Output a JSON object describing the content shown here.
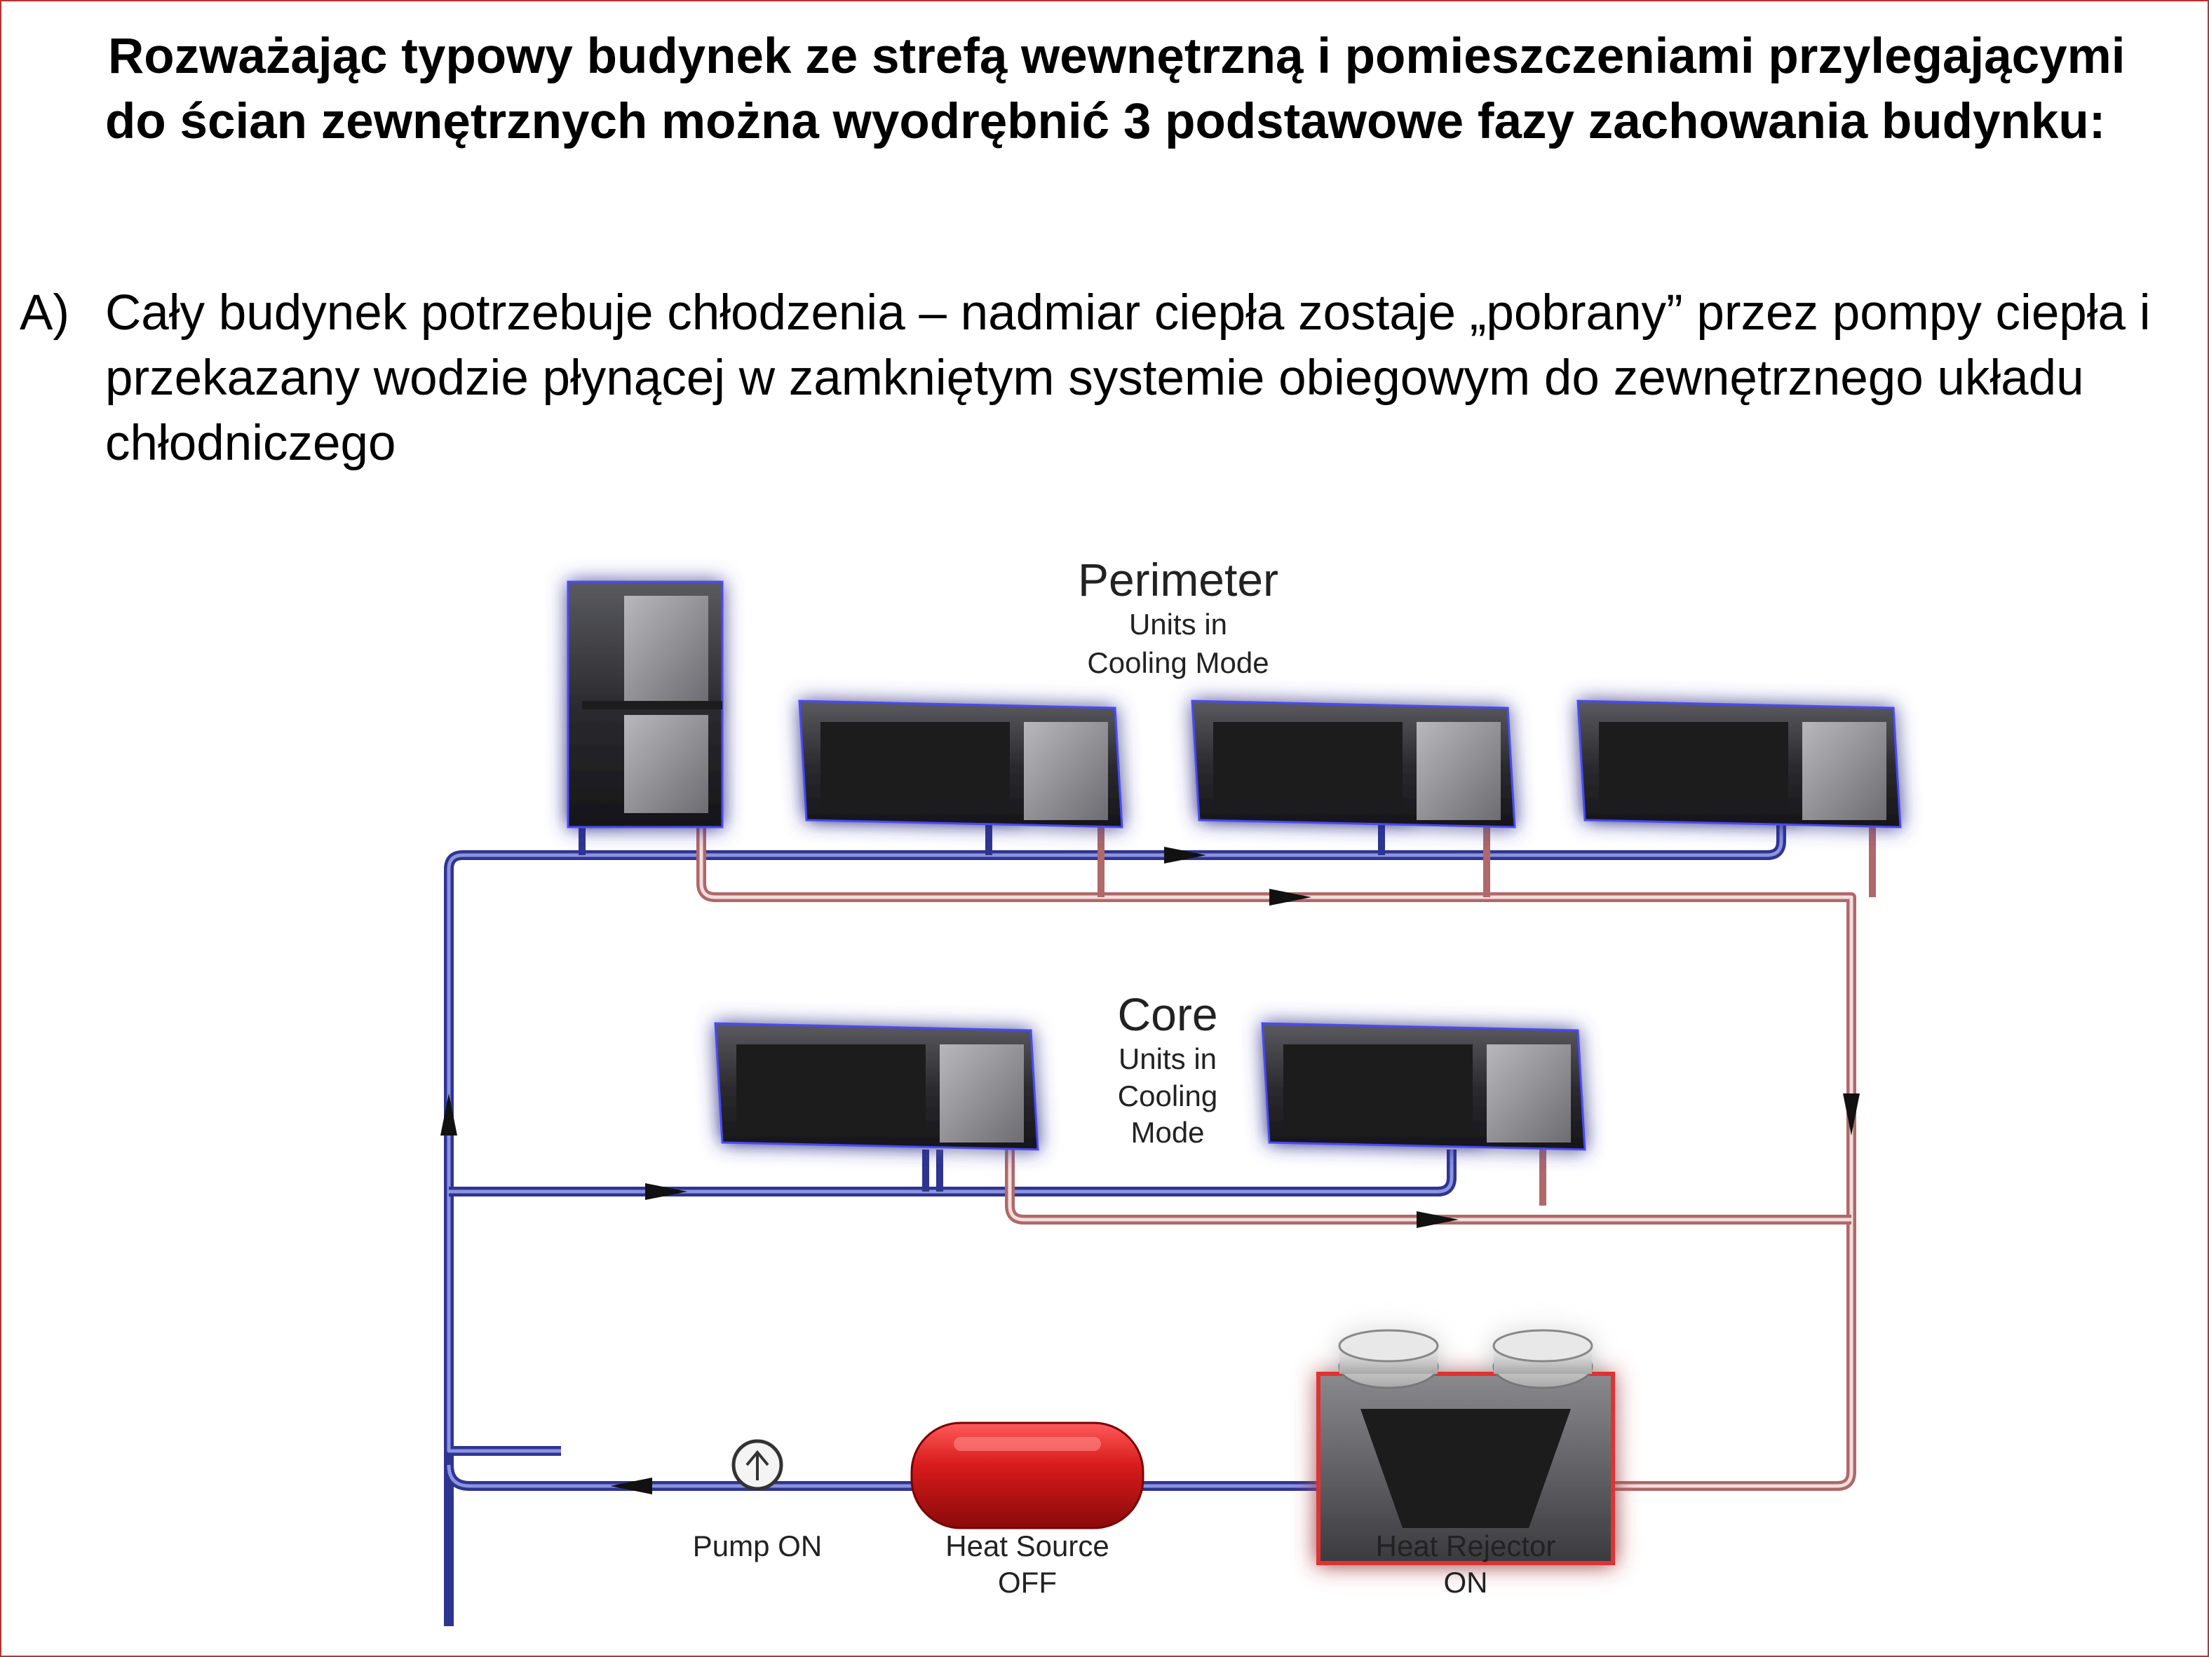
{
  "heading": "Rozważając typowy budynek ze strefą wewnętrzną i pomieszczeniami przylegającymi do ścian zewnętrznych można wyodrębnić 3 podstawowe fazy zachowania budynku:",
  "point": {
    "marker": "A)",
    "text": "Cały budynek potrzebuje chłodzenia – nadmiar ciepła zostaje „pobrany” przez pompy ciepła i przekazany wodzie płynącej w zamkniętym systemie obiegowym do zewnętrznego układu chłodniczego"
  },
  "diagram": {
    "perimeter_title": "Perimeter",
    "perimeter_sub1": "Units in",
    "perimeter_sub2": "Cooling Mode",
    "core_title": "Core",
    "core_sub1": "Units in",
    "core_sub2": "Cooling",
    "core_sub3": "Mode",
    "pump_label": "Pump ON",
    "heat_source_label1": "Heat Source",
    "heat_source_label2": "OFF",
    "heat_rejector_label1": "Heat Rejector",
    "heat_rejector_label2": "ON",
    "colors": {
      "supply_pipe": "#3a3f9e",
      "return_pipe": "#c98a8a",
      "heat_source": "#d81b1b",
      "unit_glow": "#4a4aff",
      "rejector_glow": "#e03030"
    }
  }
}
